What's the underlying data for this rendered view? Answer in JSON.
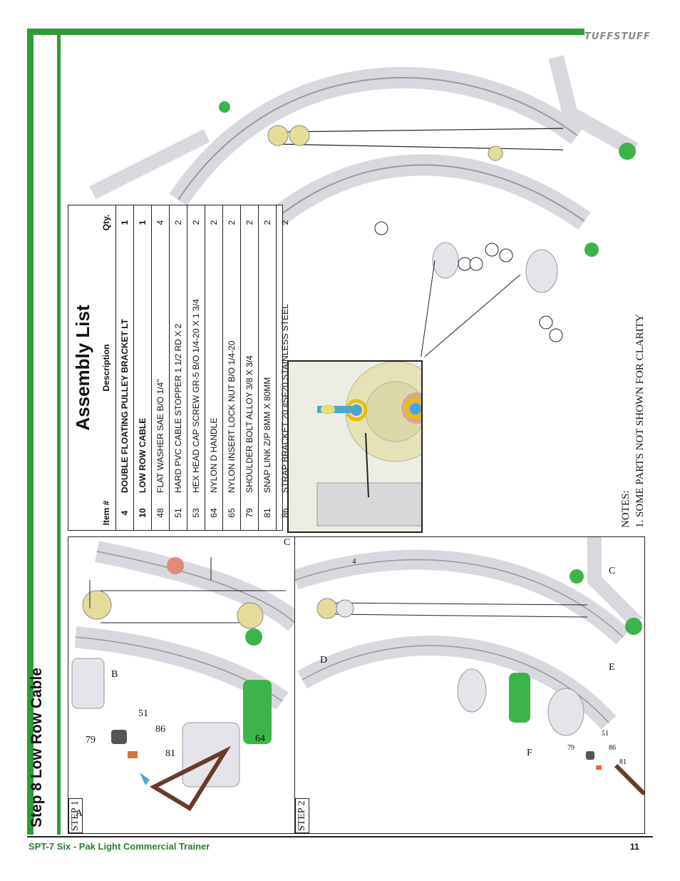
{
  "header": {
    "step_title": "Step 8  Low Row Cable",
    "logo_text": "TUFFSTUFF"
  },
  "assembly_list": {
    "title": "Assembly List",
    "columns": [
      "Item #",
      "Description",
      "Qty."
    ],
    "rows": [
      {
        "item": "4",
        "description": "DOUBLE FLOATING PULLEY BRACKET LT",
        "qty": "1",
        "bold": true
      },
      {
        "item": "10",
        "description": "LOW ROW CABLE",
        "qty": "1",
        "bold": true
      },
      {
        "item": "48",
        "description": "FLAT WASHER  SAE B/O 1/4\"",
        "qty": "4",
        "bold": false
      },
      {
        "item": "51",
        "description": "HARD PVC CABLE STOPPER 1 1/2 RD X 2",
        "qty": "2",
        "bold": false
      },
      {
        "item": "53",
        "description": "HEX HEAD CAP SCREW GR-5 B/O 1/4-20 X 1 3/4",
        "qty": "2",
        "bold": false
      },
      {
        "item": "64",
        "description": "NYLON D HANDLE",
        "qty": "2",
        "bold": false
      },
      {
        "item": "65",
        "description": "NYLON INSERT LOCK NUT B/O 1/4-20",
        "qty": "2",
        "bold": false
      },
      {
        "item": "79",
        "description": "SHOULDER BOLT ALLOY 3/8 X 3/4",
        "qty": "2",
        "bold": false
      },
      {
        "item": "81",
        "description": "SNAP LINK Z/P 8MM X 80MM",
        "qty": "2",
        "bold": false
      },
      {
        "item": "86",
        "description": "STRAP BRACKET 20 #SF20 STAINLESS STEEL",
        "qty": "2",
        "bold": false
      }
    ]
  },
  "step1": {
    "tag": "STEP 1",
    "labels": {
      "a": "A",
      "b": "B",
      "c": "C"
    },
    "callouts": [
      "79",
      "51",
      "86",
      "81",
      "64"
    ]
  },
  "step2": {
    "tag": "STEP 2",
    "labels": {
      "c": "C",
      "d": "D",
      "e": "E",
      "f": "F"
    },
    "callouts": [
      "4",
      "79",
      "51",
      "86",
      "81"
    ]
  },
  "notes": {
    "heading": "NOTES:",
    "line1": "1. SOME PARTS NOT SHOWN FOR CLARITY"
  },
  "footer": {
    "model": "SPT-7   Six - Pak Light Commercial Trainer",
    "page_number": "11"
  },
  "colors": {
    "brand_green": "#2e9b3a",
    "frame_gray": "#d6d6dc",
    "accent_green": "#3cb44b"
  }
}
